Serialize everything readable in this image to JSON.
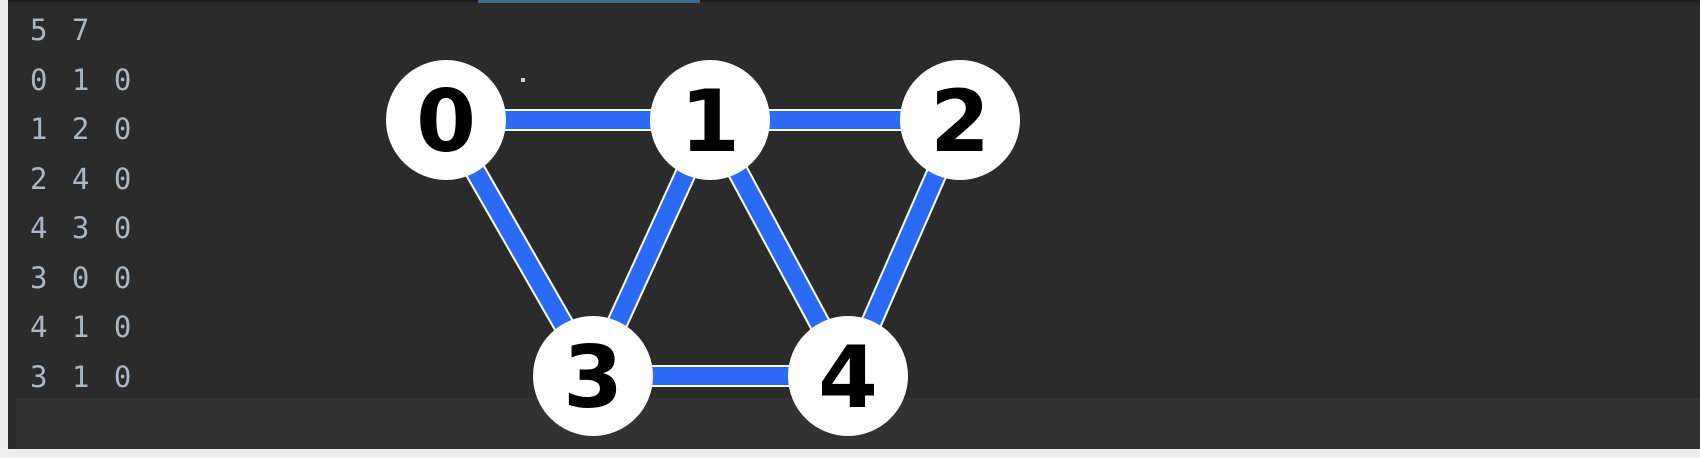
{
  "editor": {
    "lines": [
      "5 7",
      "0 1 0",
      "1 2 0",
      "2 4 0",
      "4 3 0",
      "3 0 0",
      "4 1 0",
      "3 1 0"
    ]
  },
  "graph": {
    "nodes": [
      {
        "id": "0",
        "label": "0"
      },
      {
        "id": "1",
        "label": "1"
      },
      {
        "id": "2",
        "label": "2"
      },
      {
        "id": "3",
        "label": "3"
      },
      {
        "id": "4",
        "label": "4"
      }
    ],
    "edges": [
      [
        "0",
        "1"
      ],
      [
        "1",
        "2"
      ],
      [
        "2",
        "4"
      ],
      [
        "4",
        "3"
      ],
      [
        "3",
        "0"
      ],
      [
        "4",
        "1"
      ],
      [
        "3",
        "1"
      ]
    ],
    "edge_color": "#2a6af5",
    "node_fill": "#ffffff",
    "label_color": "#000000"
  }
}
